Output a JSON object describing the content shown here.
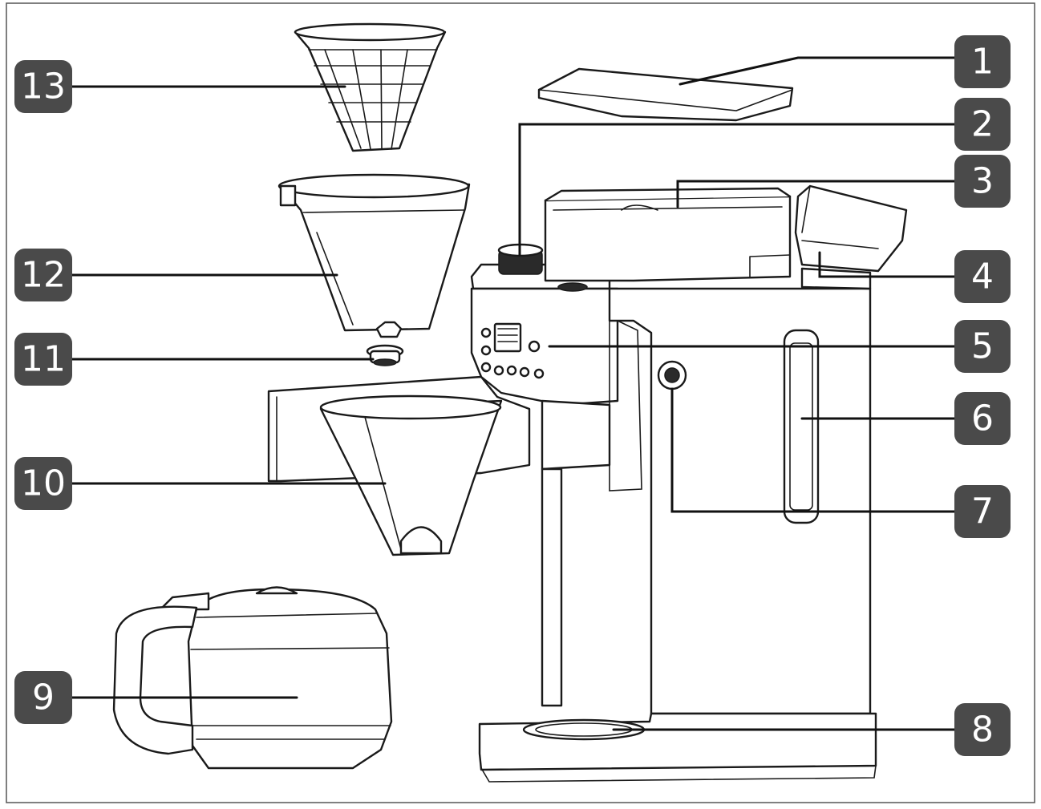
{
  "colors": {
    "badge_fill": "#4a4a4a",
    "badge_text": "#ffffff",
    "line": "#111111",
    "background": "#ffffff"
  },
  "callouts": [
    {
      "id": "1",
      "label": "1"
    },
    {
      "id": "2",
      "label": "2"
    },
    {
      "id": "3",
      "label": "3"
    },
    {
      "id": "4",
      "label": "4"
    },
    {
      "id": "5",
      "label": "5"
    },
    {
      "id": "6",
      "label": "6"
    },
    {
      "id": "7",
      "label": "7"
    },
    {
      "id": "8",
      "label": "8"
    },
    {
      "id": "9",
      "label": "9"
    },
    {
      "id": "10",
      "label": "10"
    },
    {
      "id": "11",
      "label": "11"
    },
    {
      "id": "12",
      "label": "12"
    },
    {
      "id": "13",
      "label": "13"
    }
  ]
}
